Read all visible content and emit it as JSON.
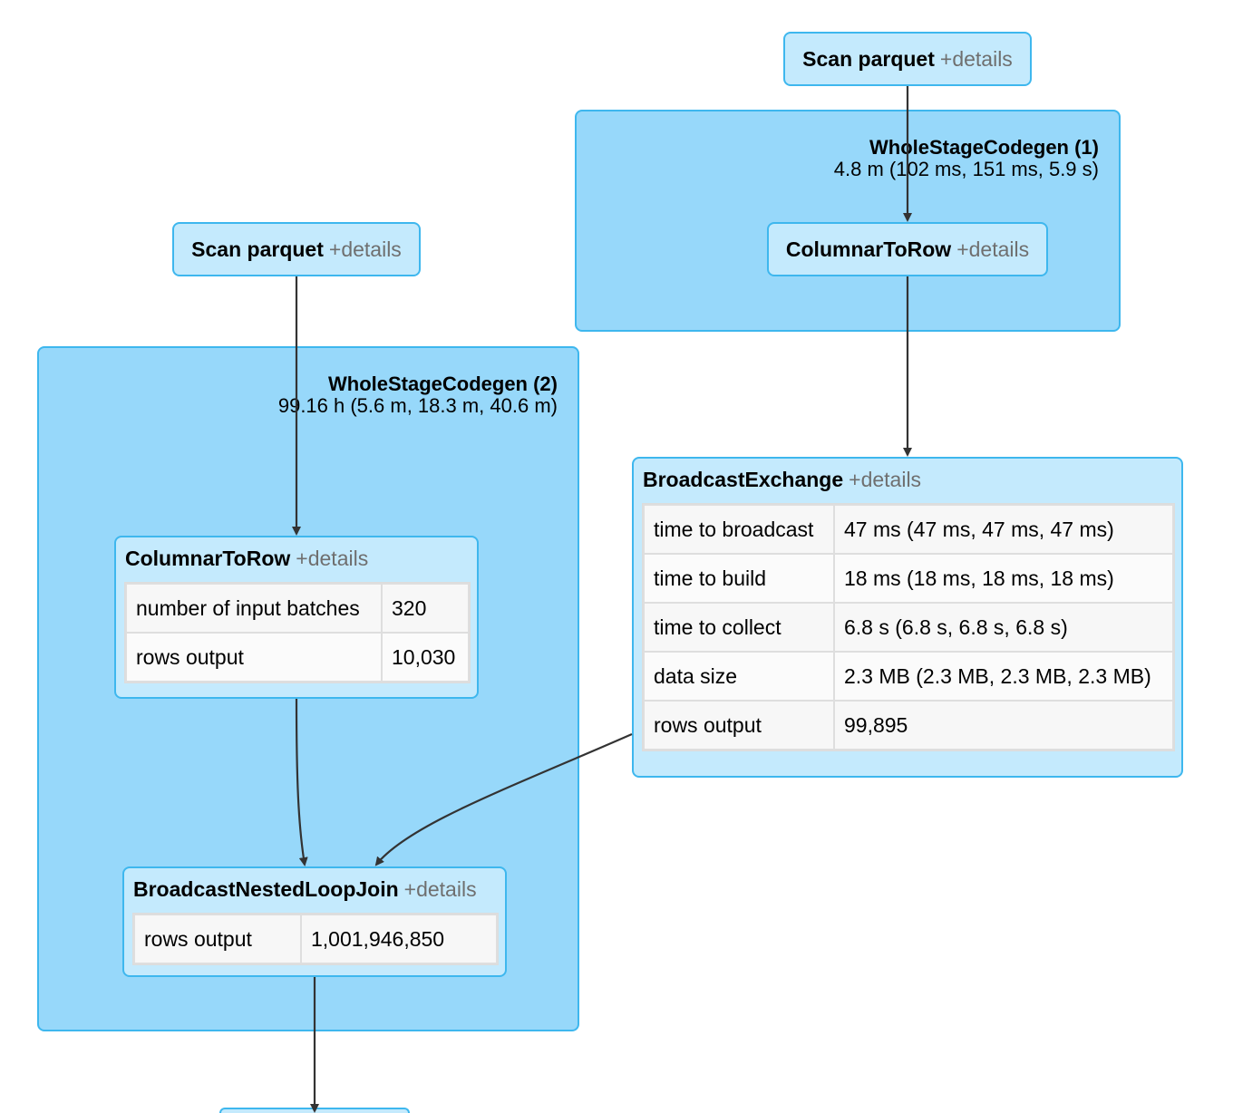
{
  "details_label": "+details",
  "colors": {
    "cluster_fill": "#97d8fa",
    "node_fill": "#c4eafd",
    "border": "#3eb7ee",
    "edge": "#333333"
  },
  "clusters": [
    {
      "name": "WholeStageCodegen (1)",
      "time": "4.8 m (102 ms, 151 ms, 5.9 s)"
    },
    {
      "name": "WholeStageCodegen (2)",
      "time": "99.16 h (5.6 m, 18.3 m, 40.6 m)"
    }
  ],
  "nodes": {
    "scan_parquet_1": {
      "name": "Scan parquet"
    },
    "columnar_to_row_1": {
      "name": "ColumnarToRow"
    },
    "scan_parquet_2": {
      "name": "Scan parquet"
    },
    "broadcast_exchange": {
      "name": "BroadcastExchange",
      "metrics": [
        {
          "label": "time to broadcast",
          "value": "47 ms (47 ms, 47 ms, 47 ms)"
        },
        {
          "label": "time to build",
          "value": "18 ms (18 ms, 18 ms, 18 ms)"
        },
        {
          "label": "time to collect",
          "value": "6.8 s (6.8 s, 6.8 s, 6.8 s)"
        },
        {
          "label": "data size",
          "value": "2.3 MB (2.3 MB, 2.3 MB, 2.3 MB)"
        },
        {
          "label": "rows output",
          "value": "99,895"
        }
      ]
    },
    "columnar_to_row_2": {
      "name": "ColumnarToRow",
      "metrics": [
        {
          "label": "number of input batches",
          "value": "320"
        },
        {
          "label": "rows output",
          "value": "10,030"
        }
      ]
    },
    "broadcast_nested_loop_join": {
      "name": "BroadcastNestedLoopJoin",
      "metrics": [
        {
          "label": "rows output",
          "value": "1,001,946,850"
        }
      ]
    }
  }
}
